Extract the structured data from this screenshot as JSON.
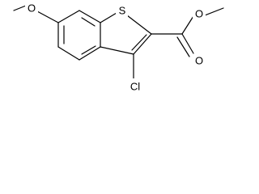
{
  "atoms": {
    "sulfur": "S",
    "chlorine": "Cl",
    "ether_oxygen": "O",
    "ester_oxygen_single": "O",
    "ester_oxygen_double": "O"
  }
}
